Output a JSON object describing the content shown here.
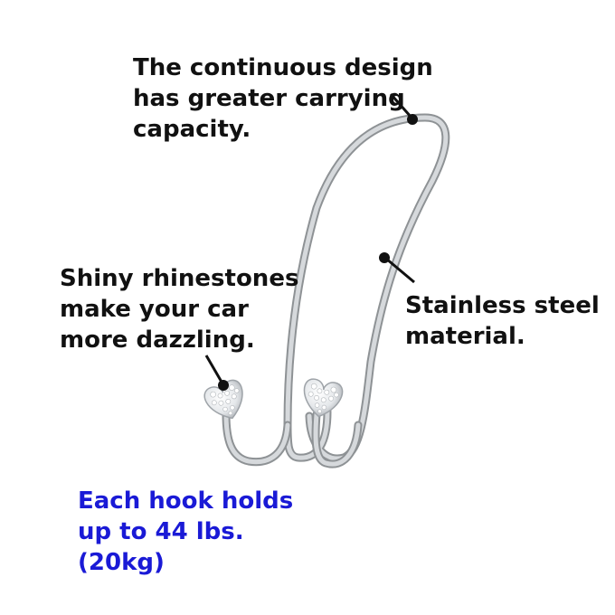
{
  "annotations": {
    "top": {
      "lines": [
        "The continuous design",
        "has greater carrying",
        "capacity."
      ]
    },
    "left": {
      "lines": [
        "Shiny rhinestones",
        "make your car",
        "more dazzling."
      ]
    },
    "right": {
      "lines": [
        "Stainless steel",
        "material."
      ]
    },
    "capacity": {
      "lines": [
        "Each hook holds",
        "up to 44 lbs.",
        "(20kg)"
      ],
      "color": "#1a1ad6"
    }
  },
  "product": {
    "description": "Silver double car headrest hook with rhinestone heart tips",
    "colors": {
      "steel": "#c9ccce",
      "steel_shadow": "#8e9295",
      "crystal": "#eef0f2",
      "pointer": "#111111"
    }
  }
}
